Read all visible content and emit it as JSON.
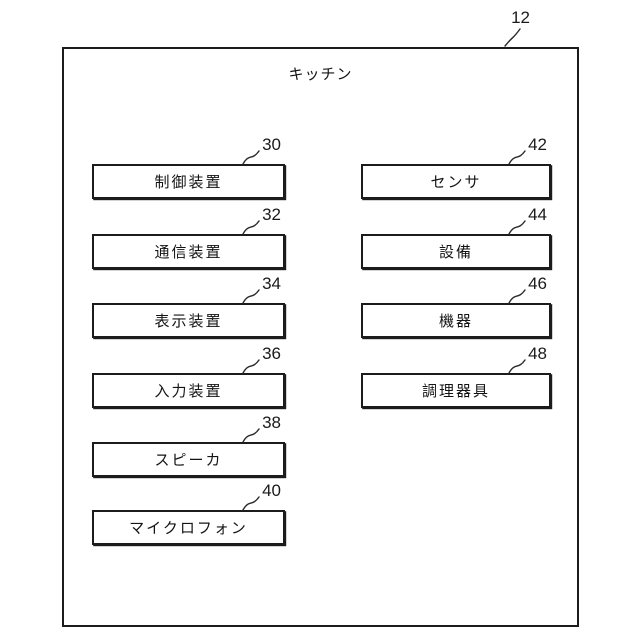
{
  "figure": {
    "outer": {
      "ref": "12",
      "title": "キッチン"
    },
    "left_column": [
      {
        "ref": "30",
        "label": "制御装置"
      },
      {
        "ref": "32",
        "label": "通信装置"
      },
      {
        "ref": "34",
        "label": "表示装置"
      },
      {
        "ref": "36",
        "label": "入力装置"
      },
      {
        "ref": "38",
        "label": "スピーカ"
      },
      {
        "ref": "40",
        "label": "マイクロフォン"
      }
    ],
    "right_column": [
      {
        "ref": "42",
        "label": "センサ"
      },
      {
        "ref": "44",
        "label": "設備"
      },
      {
        "ref": "46",
        "label": "機器"
      },
      {
        "ref": "48",
        "label": "調理器具"
      }
    ]
  },
  "colors": {
    "line": "#1c1c1c",
    "text": "#141414",
    "background": "#ffffff"
  }
}
